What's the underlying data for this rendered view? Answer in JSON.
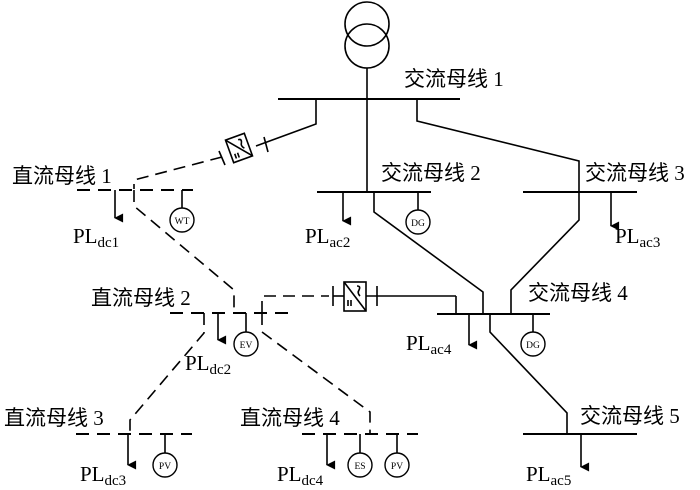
{
  "diagram": {
    "title": "AC/DC hybrid microgrid topology",
    "ac_buses": [
      {
        "id": "ac1",
        "label": "交流母线 1"
      },
      {
        "id": "ac2",
        "label": "交流母线 2"
      },
      {
        "id": "ac3",
        "label": "交流母线 3"
      },
      {
        "id": "ac4",
        "label": "交流母线 4"
      },
      {
        "id": "ac5",
        "label": "交流母线 5"
      }
    ],
    "dc_buses": [
      {
        "id": "dc1",
        "label": "直流母线 1"
      },
      {
        "id": "dc2",
        "label": "直流母线 2"
      },
      {
        "id": "dc3",
        "label": "直流母线 3"
      },
      {
        "id": "dc4",
        "label": "直流母线 4"
      }
    ],
    "loads": [
      {
        "id": "dc1",
        "main": "PL",
        "sub": "dc1"
      },
      {
        "id": "dc2",
        "main": "PL",
        "sub": "dc2"
      },
      {
        "id": "dc3",
        "main": "PL",
        "sub": "dc3"
      },
      {
        "id": "dc4",
        "main": "PL",
        "sub": "dc4"
      },
      {
        "id": "ac2",
        "main": "PL",
        "sub": "ac2"
      },
      {
        "id": "ac3",
        "main": "PL",
        "sub": "ac3"
      },
      {
        "id": "ac4",
        "main": "PL",
        "sub": "ac4"
      },
      {
        "id": "ac5",
        "main": "PL",
        "sub": "ac5"
      }
    ],
    "generators": {
      "wt": "WT",
      "dg_ac2": "DG",
      "dg_ac4": "DG",
      "ev": "EV",
      "pv_dc3": "PV",
      "es_dc4": "ES",
      "pv_dc4": "PV"
    },
    "converters": [
      {
        "id": "conv1",
        "type": "AC/DC converter",
        "connects": [
          "ac1",
          "dc1"
        ]
      },
      {
        "id": "conv2",
        "type": "AC/DC converter",
        "connects": [
          "dc2",
          "ac4"
        ]
      }
    ],
    "transformer": {
      "type": "two-winding transformer",
      "connects": "ac1"
    }
  }
}
